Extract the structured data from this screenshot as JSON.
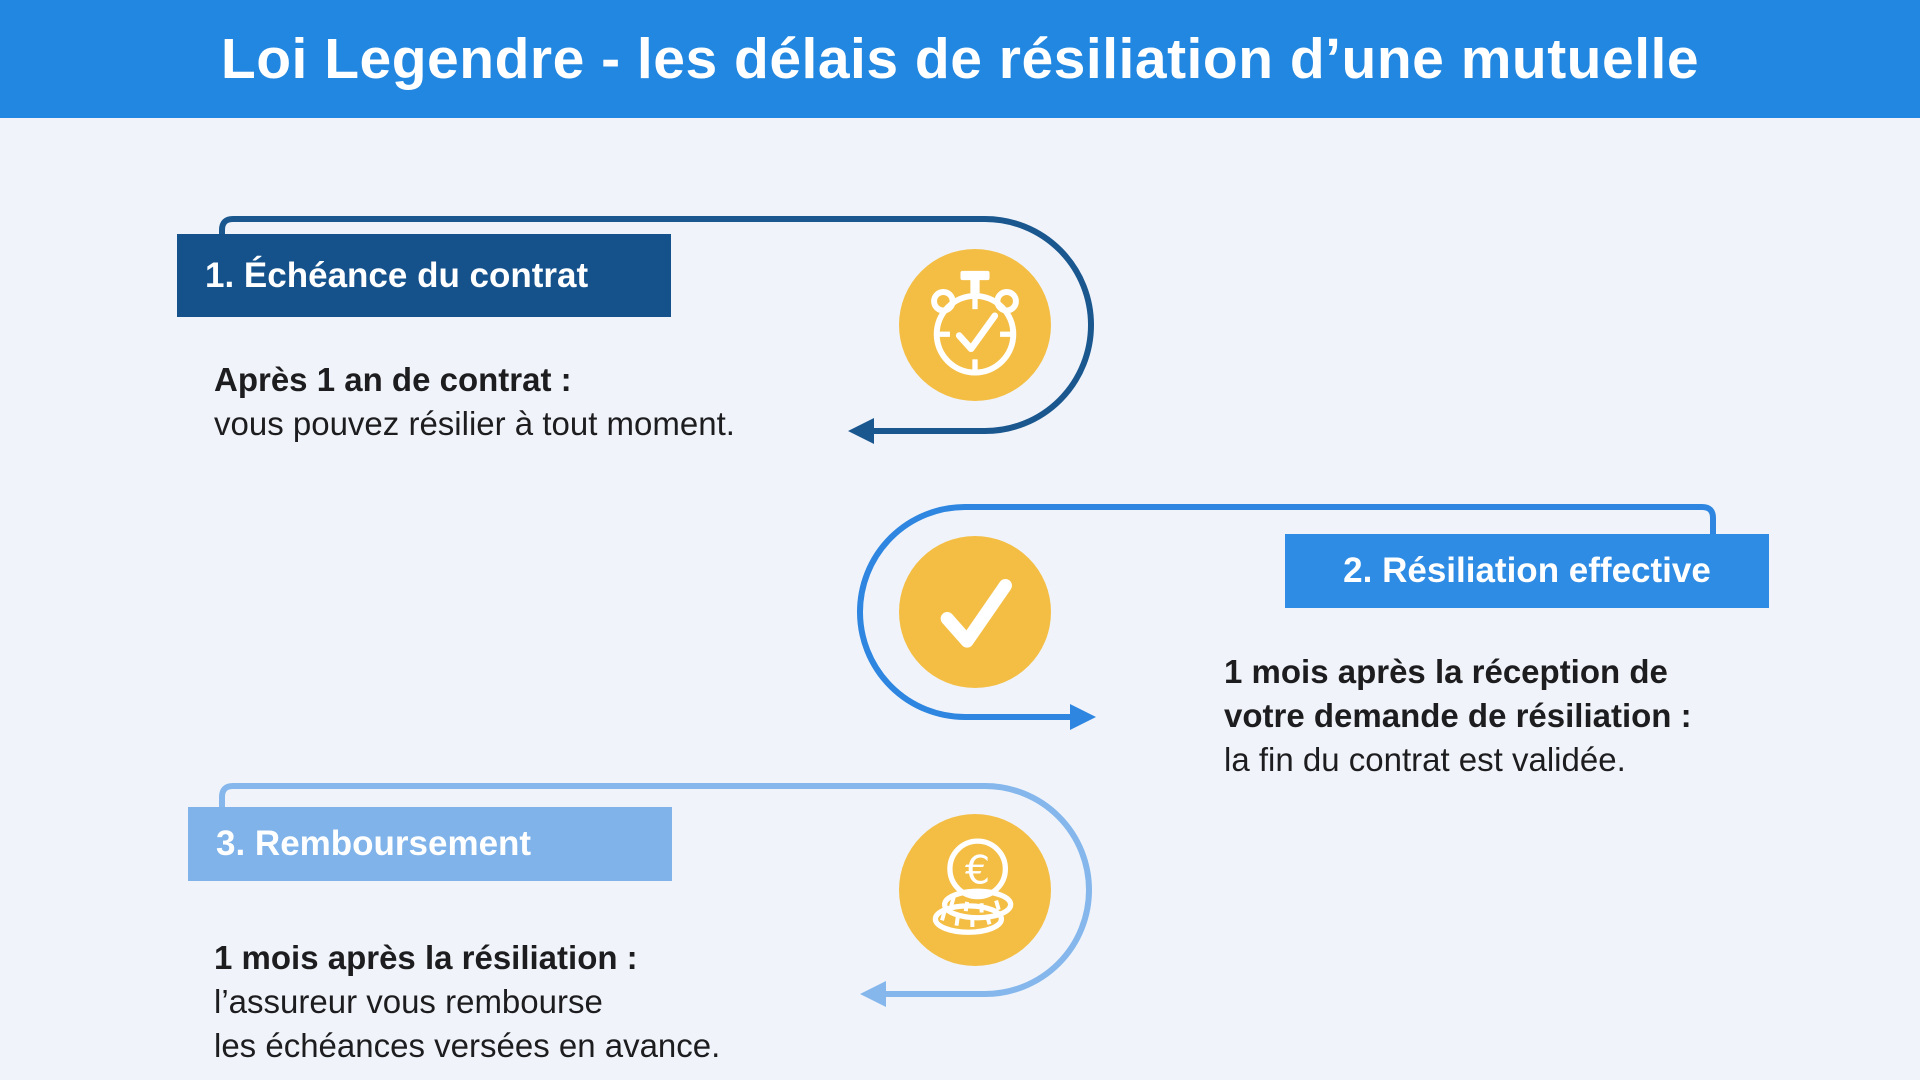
{
  "header": {
    "title": "Loi Legendre - les délais de résiliation d’une mutuelle"
  },
  "colors": {
    "header_bg": "#2287E0",
    "background": "#F0F4FA",
    "icon_circle": "#F4BE45",
    "icon_stroke": "#FFFFFF",
    "step1_badge": "#15528C",
    "step1_line": "#1B578F",
    "step2_badge": "#2E8CE4",
    "step2_line": "#2E86E0",
    "step3_badge": "#7FB3EA",
    "step3_line": "#85B7EC",
    "body_text": "#1D1D1F",
    "badge_text": "#FFFFFF"
  },
  "steps": [
    {
      "badge_label": "1. Échéance du contrat",
      "icon": "stopwatch-icon",
      "lines": [
        {
          "text": "Après 1 an de  contrat :",
          "bold": true
        },
        {
          "text": "vous pouvez résilier à tout moment.",
          "bold": false
        }
      ]
    },
    {
      "badge_label": "2. Résiliation effective",
      "icon": "checkmark-icon",
      "lines": [
        {
          "text": "1 mois après la réception de",
          "bold": true
        },
        {
          "text": "votre demande de résiliation :",
          "bold": true
        },
        {
          "text": "la fin du contrat est validée.",
          "bold": false
        }
      ]
    },
    {
      "badge_label": "3. Remboursement",
      "icon": "coins-euro-icon",
      "lines": [
        {
          "text": "1 mois après la résiliation :",
          "bold": true
        },
        {
          "text": "l’assureur vous rembourse",
          "bold": false
        },
        {
          "text": "les échéances versées en avance.",
          "bold": false
        }
      ]
    }
  ]
}
